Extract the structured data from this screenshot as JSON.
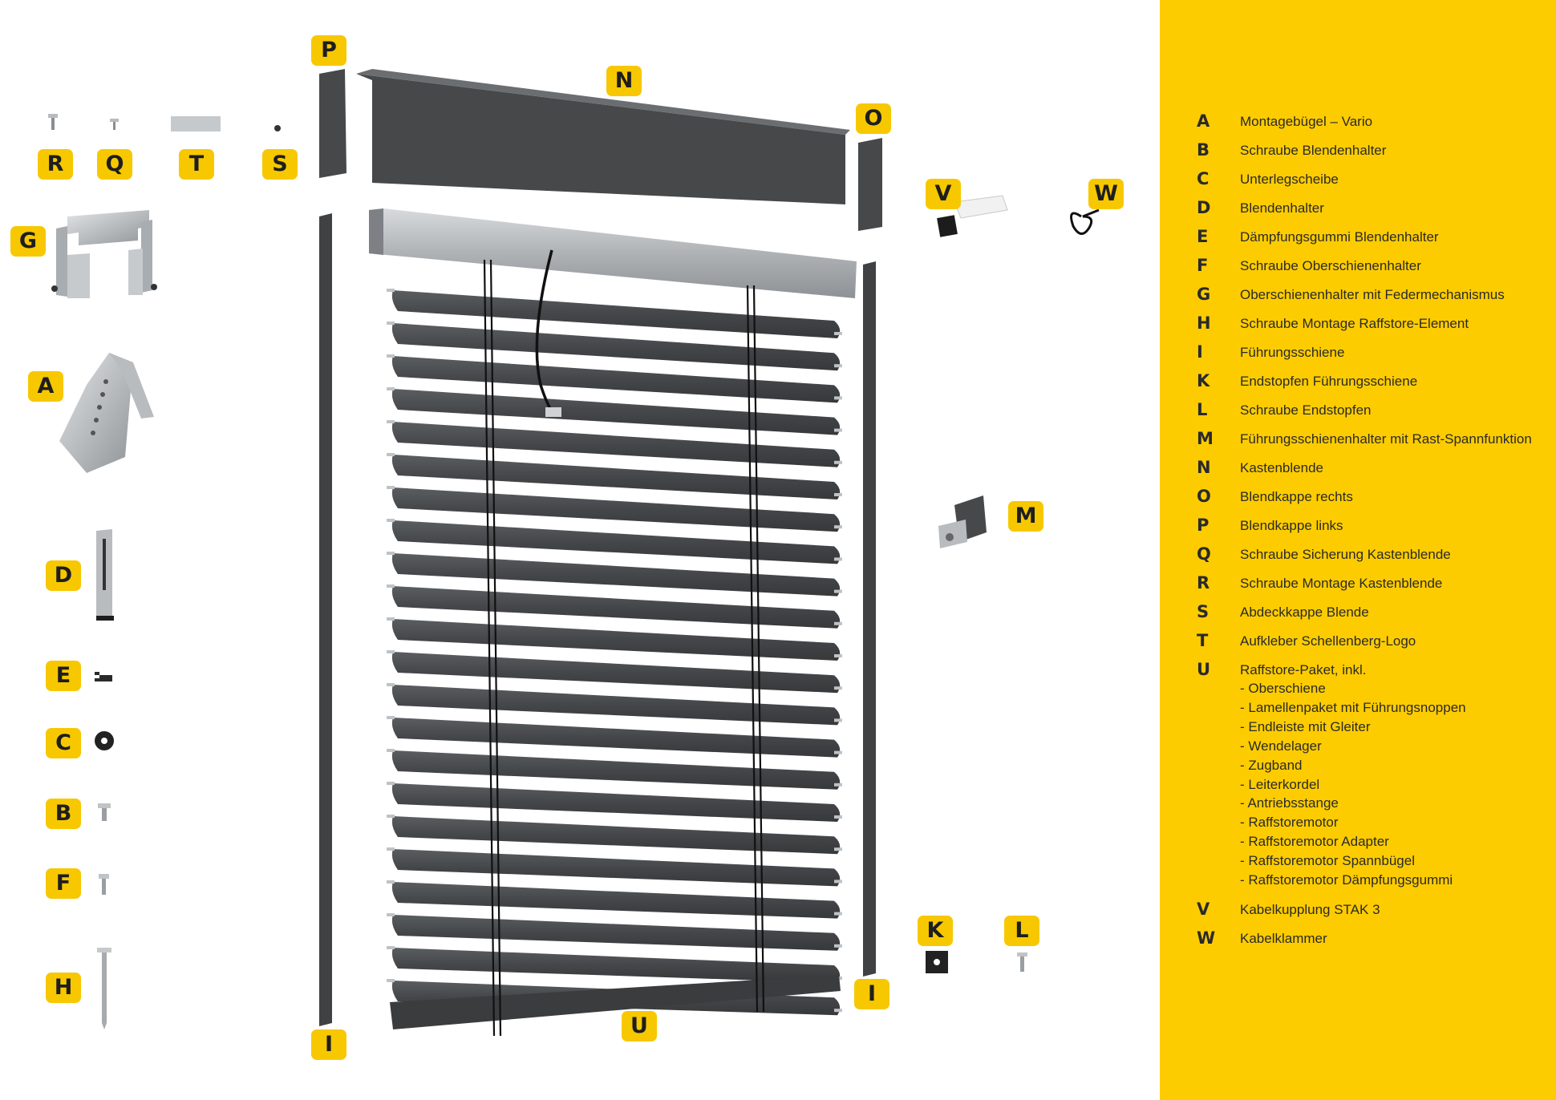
{
  "colors": {
    "accent_yellow": "#f7c800",
    "panel_yellow": "#fdcc00",
    "slat_anthracite": "#46484a",
    "rail_silver": "#b9bdc0",
    "text_dark": "#2a2a2a"
  },
  "badges": {
    "A": "A",
    "B": "B",
    "C": "C",
    "D": "D",
    "E": "E",
    "F": "F",
    "G": "G",
    "H": "H",
    "I1": "I",
    "I2": "I",
    "K": "K",
    "L": "L",
    "M": "M",
    "N": "N",
    "O": "O",
    "P": "P",
    "Q": "Q",
    "R": "R",
    "S": "S",
    "T": "T",
    "U": "U",
    "V": "V",
    "W": "W"
  },
  "legend": {
    "items": [
      {
        "letter": "A",
        "text": "Montagebügel – Vario"
      },
      {
        "letter": "B",
        "text": "Schraube Blendenhalter"
      },
      {
        "letter": "C",
        "text": "Unterlegscheibe"
      },
      {
        "letter": "D",
        "text": "Blendenhalter"
      },
      {
        "letter": "E",
        "text": "Dämpfungsgummi Blendenhalter"
      },
      {
        "letter": "F",
        "text": "Schraube Oberschienenhalter"
      },
      {
        "letter": "G",
        "text": "Oberschienenhalter mit Federmechanismus"
      },
      {
        "letter": "H",
        "text": "Schraube Montage Raffstore-Element"
      },
      {
        "letter": "I",
        "text": "Führungsschiene"
      },
      {
        "letter": "K",
        "text": "Endstopfen Führungsschiene"
      },
      {
        "letter": "L",
        "text": "Schraube Endstopfen"
      },
      {
        "letter": "M",
        "text": "Führungsschienenhalter mit Rast-Spannfunktion"
      },
      {
        "letter": "N",
        "text": "Kastenblende"
      },
      {
        "letter": "O",
        "text": "Blendkappe rechts"
      },
      {
        "letter": "P",
        "text": "Blendkappe links"
      },
      {
        "letter": "Q",
        "text": "Schraube Sicherung Kastenblende"
      },
      {
        "letter": "R",
        "text": "Schraube Montage Kastenblende"
      },
      {
        "letter": "S",
        "text": "Abdeckkappe Blende"
      },
      {
        "letter": "T",
        "text": "Aufkleber Schellenberg-Logo"
      },
      {
        "letter": "U",
        "text": "Raffstore-Paket, inkl.",
        "sub": [
          "- Oberschiene",
          "- Lamellenpaket mit Führungsnoppen",
          "- Endleiste mit Gleiter",
          "- Wendelager",
          "- Zugband",
          "- Leiterkordel",
          "- Antriebsstange",
          "- Raffstoremotor",
          "- Raffstoremotor Adapter",
          "- Raffstoremotor Spannbügel",
          "- Raffstoremotor Dämpfungsgummi"
        ]
      },
      {
        "letter": "V",
        "text": "Kabelkupplung STAK 3"
      },
      {
        "letter": "W",
        "text": "Kabelklammer"
      }
    ]
  }
}
